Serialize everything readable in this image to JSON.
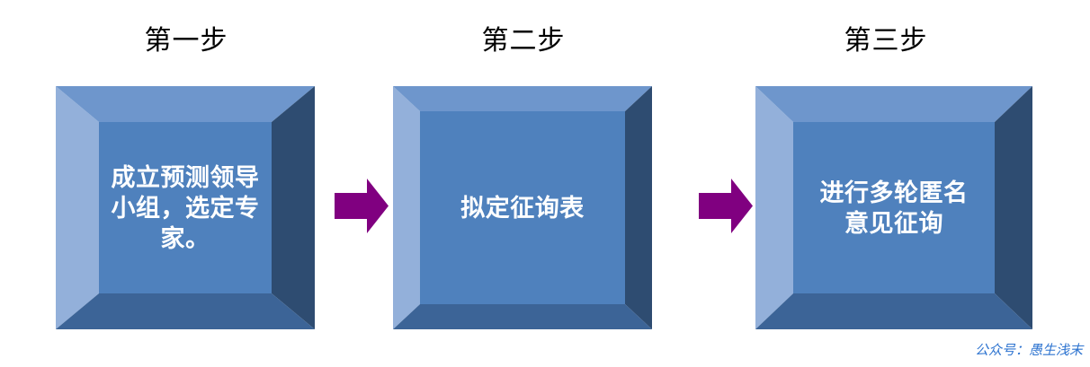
{
  "palette": {
    "inner_face": "#4F81BD",
    "bevel_top": "#6E96CC",
    "bevel_left": "#93B0DA",
    "bevel_right": "#2E4C71",
    "bevel_bottom": "#3C6497",
    "arrow_fill": "#800080",
    "text_on_box": "#FFFFFF",
    "caption_text": "#000000",
    "watermark_text": "#2E74D0",
    "background": "#FFFFFF"
  },
  "steps": [
    {
      "caption": "第一步",
      "box_text": "成立预测领导\n小组，选定专\n家。"
    },
    {
      "caption": "第二步",
      "box_text": "拟定征询表"
    },
    {
      "caption": "第三步",
      "box_text": "进行多轮匿名\n意见征询"
    }
  ],
  "arrows": [
    {
      "name": "arrow-step1-to-step2",
      "direction": "right"
    },
    {
      "name": "arrow-step2-to-step3",
      "direction": "right"
    }
  ],
  "watermark": {
    "text": "公众号：愚生浅末"
  }
}
